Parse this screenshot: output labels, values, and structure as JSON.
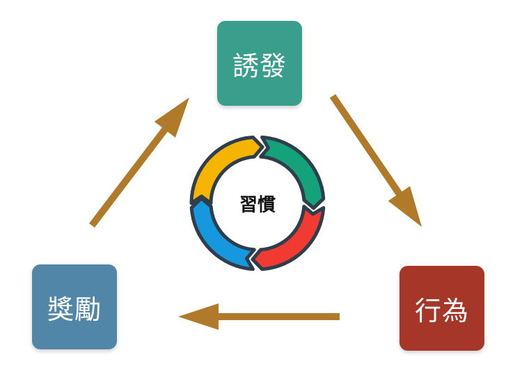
{
  "nodes": {
    "trigger": {
      "label": "誘發",
      "color": "#3a9e8c"
    },
    "behavior": {
      "label": "行為",
      "color": "#a53628"
    },
    "reward": {
      "label": "獎勵",
      "color": "#5186a8"
    }
  },
  "center": {
    "label": "習慣",
    "segment_colors": [
      "#f5b400",
      "#14a27a",
      "#f13a31",
      "#1797de"
    ],
    "outline_color": "#2f3e4c"
  },
  "arrow_color": "#b07a2a"
}
